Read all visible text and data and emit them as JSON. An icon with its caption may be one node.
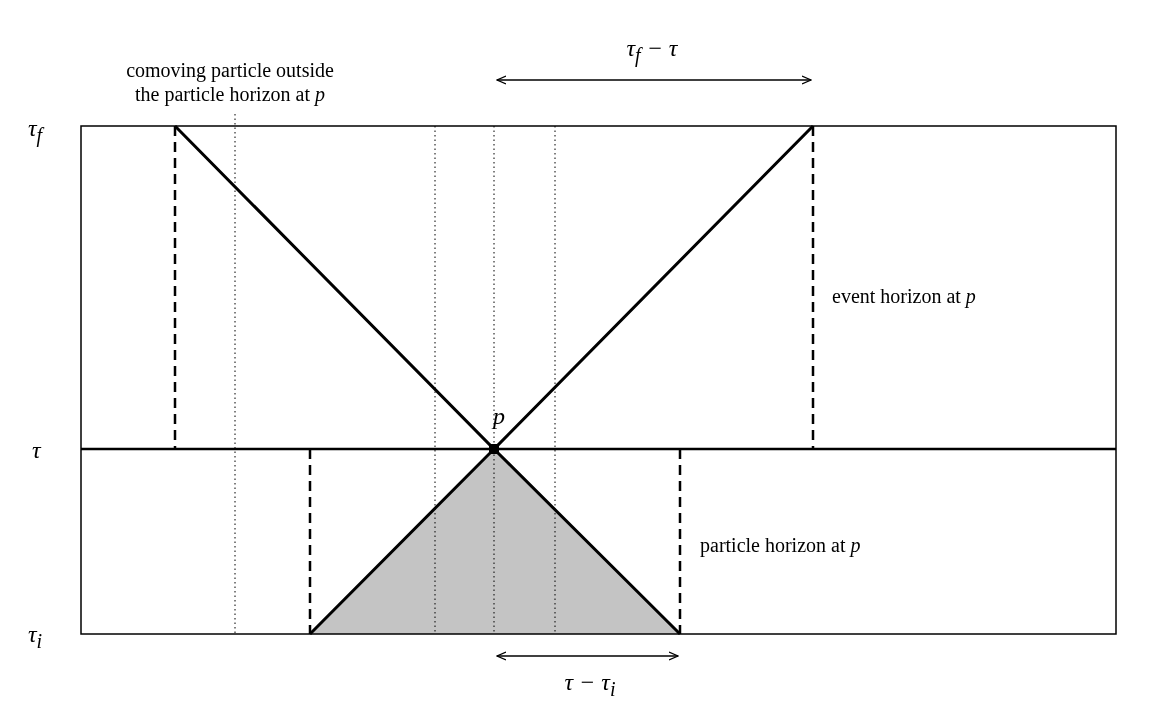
{
  "diagram": {
    "labels": [
      "comoving particle outside the particle horizon at *p*",
      "τ$_{f}$ − τ",
      "τ$_{f}$",
      "event horizon at *p*",
      "*p*",
      "τ",
      "particle horizon at *p*",
      "τ$_{i}$",
      "τ − τ$_{i}$"
    ]
  }
}
